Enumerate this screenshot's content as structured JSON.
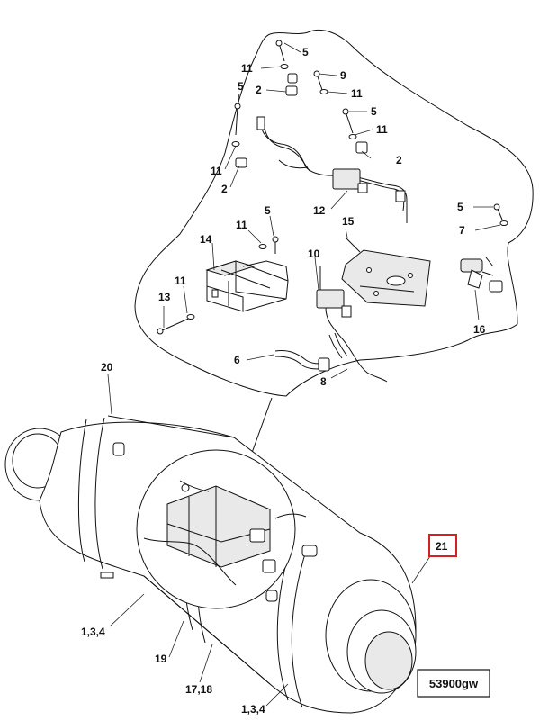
{
  "labels": {
    "p5a": "5",
    "p11a": "11",
    "p2a": "2",
    "p9": "9",
    "p11b": "11",
    "p5b": "5",
    "p2b": "2",
    "p5c": "5",
    "p11c": "11",
    "p11d": "11",
    "p2c": "2",
    "p11e": "11",
    "p2d": "2",
    "p12": "12",
    "p15": "15",
    "p5d": "5",
    "p7": "7",
    "p11f": "11",
    "p5e": "5",
    "p14": "14",
    "p10": "10",
    "p11g": "11",
    "p13": "13",
    "p16": "16",
    "p6": "6",
    "p8": "8",
    "p20": "20",
    "p21": "21",
    "p134a": "1,3,4",
    "p19": "19",
    "p1718": "17,18",
    "p134b": "1,3,4"
  },
  "reference_code": "53900gw",
  "highlight_color": "#d42020"
}
